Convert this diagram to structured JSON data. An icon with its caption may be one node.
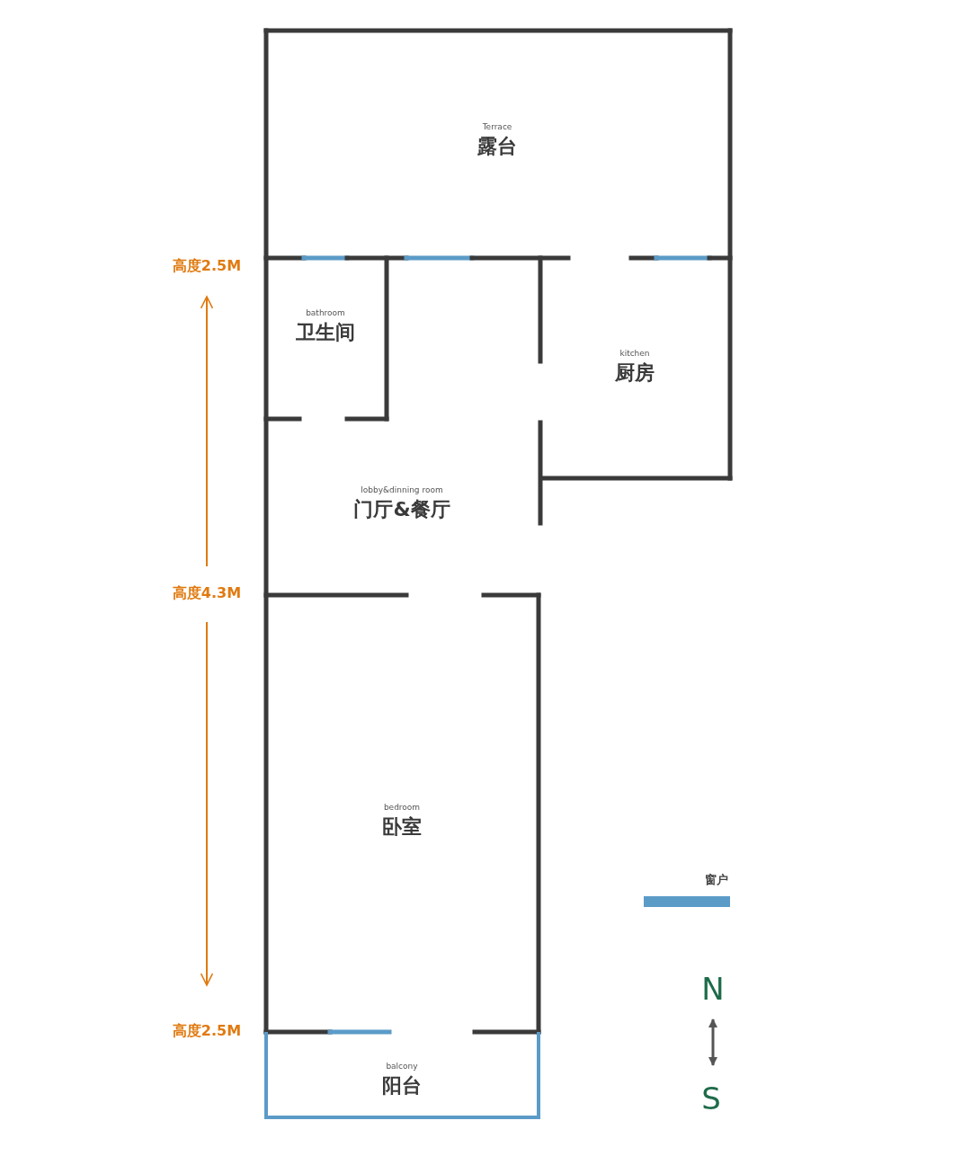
{
  "diagram": {
    "nodes": [
      {
        "text": [
          "Terrace",
          "露台"
        ]
      },
      {
        "text": [
          "bathroom",
          "卫生间"
        ]
      },
      {
        "text": [
          "kitchen",
          "厨房"
        ]
      },
      {
        "text": [
          "lobby&dinning room",
          "门厅&餐厅"
        ]
      },
      {
        "text": [
          "bedroom",
          "卧室"
        ]
      },
      {
        "text": [
          "balcony",
          "阳台"
        ]
      }
    ],
    "labels": [
      "高度2.5M",
      "高度4.3M",
      "高度2.5M",
      "N",
      "S"
    ],
    "legend": [
      {
        "text": "窗户",
        "color": "#5b9bc8"
      }
    ]
  }
}
